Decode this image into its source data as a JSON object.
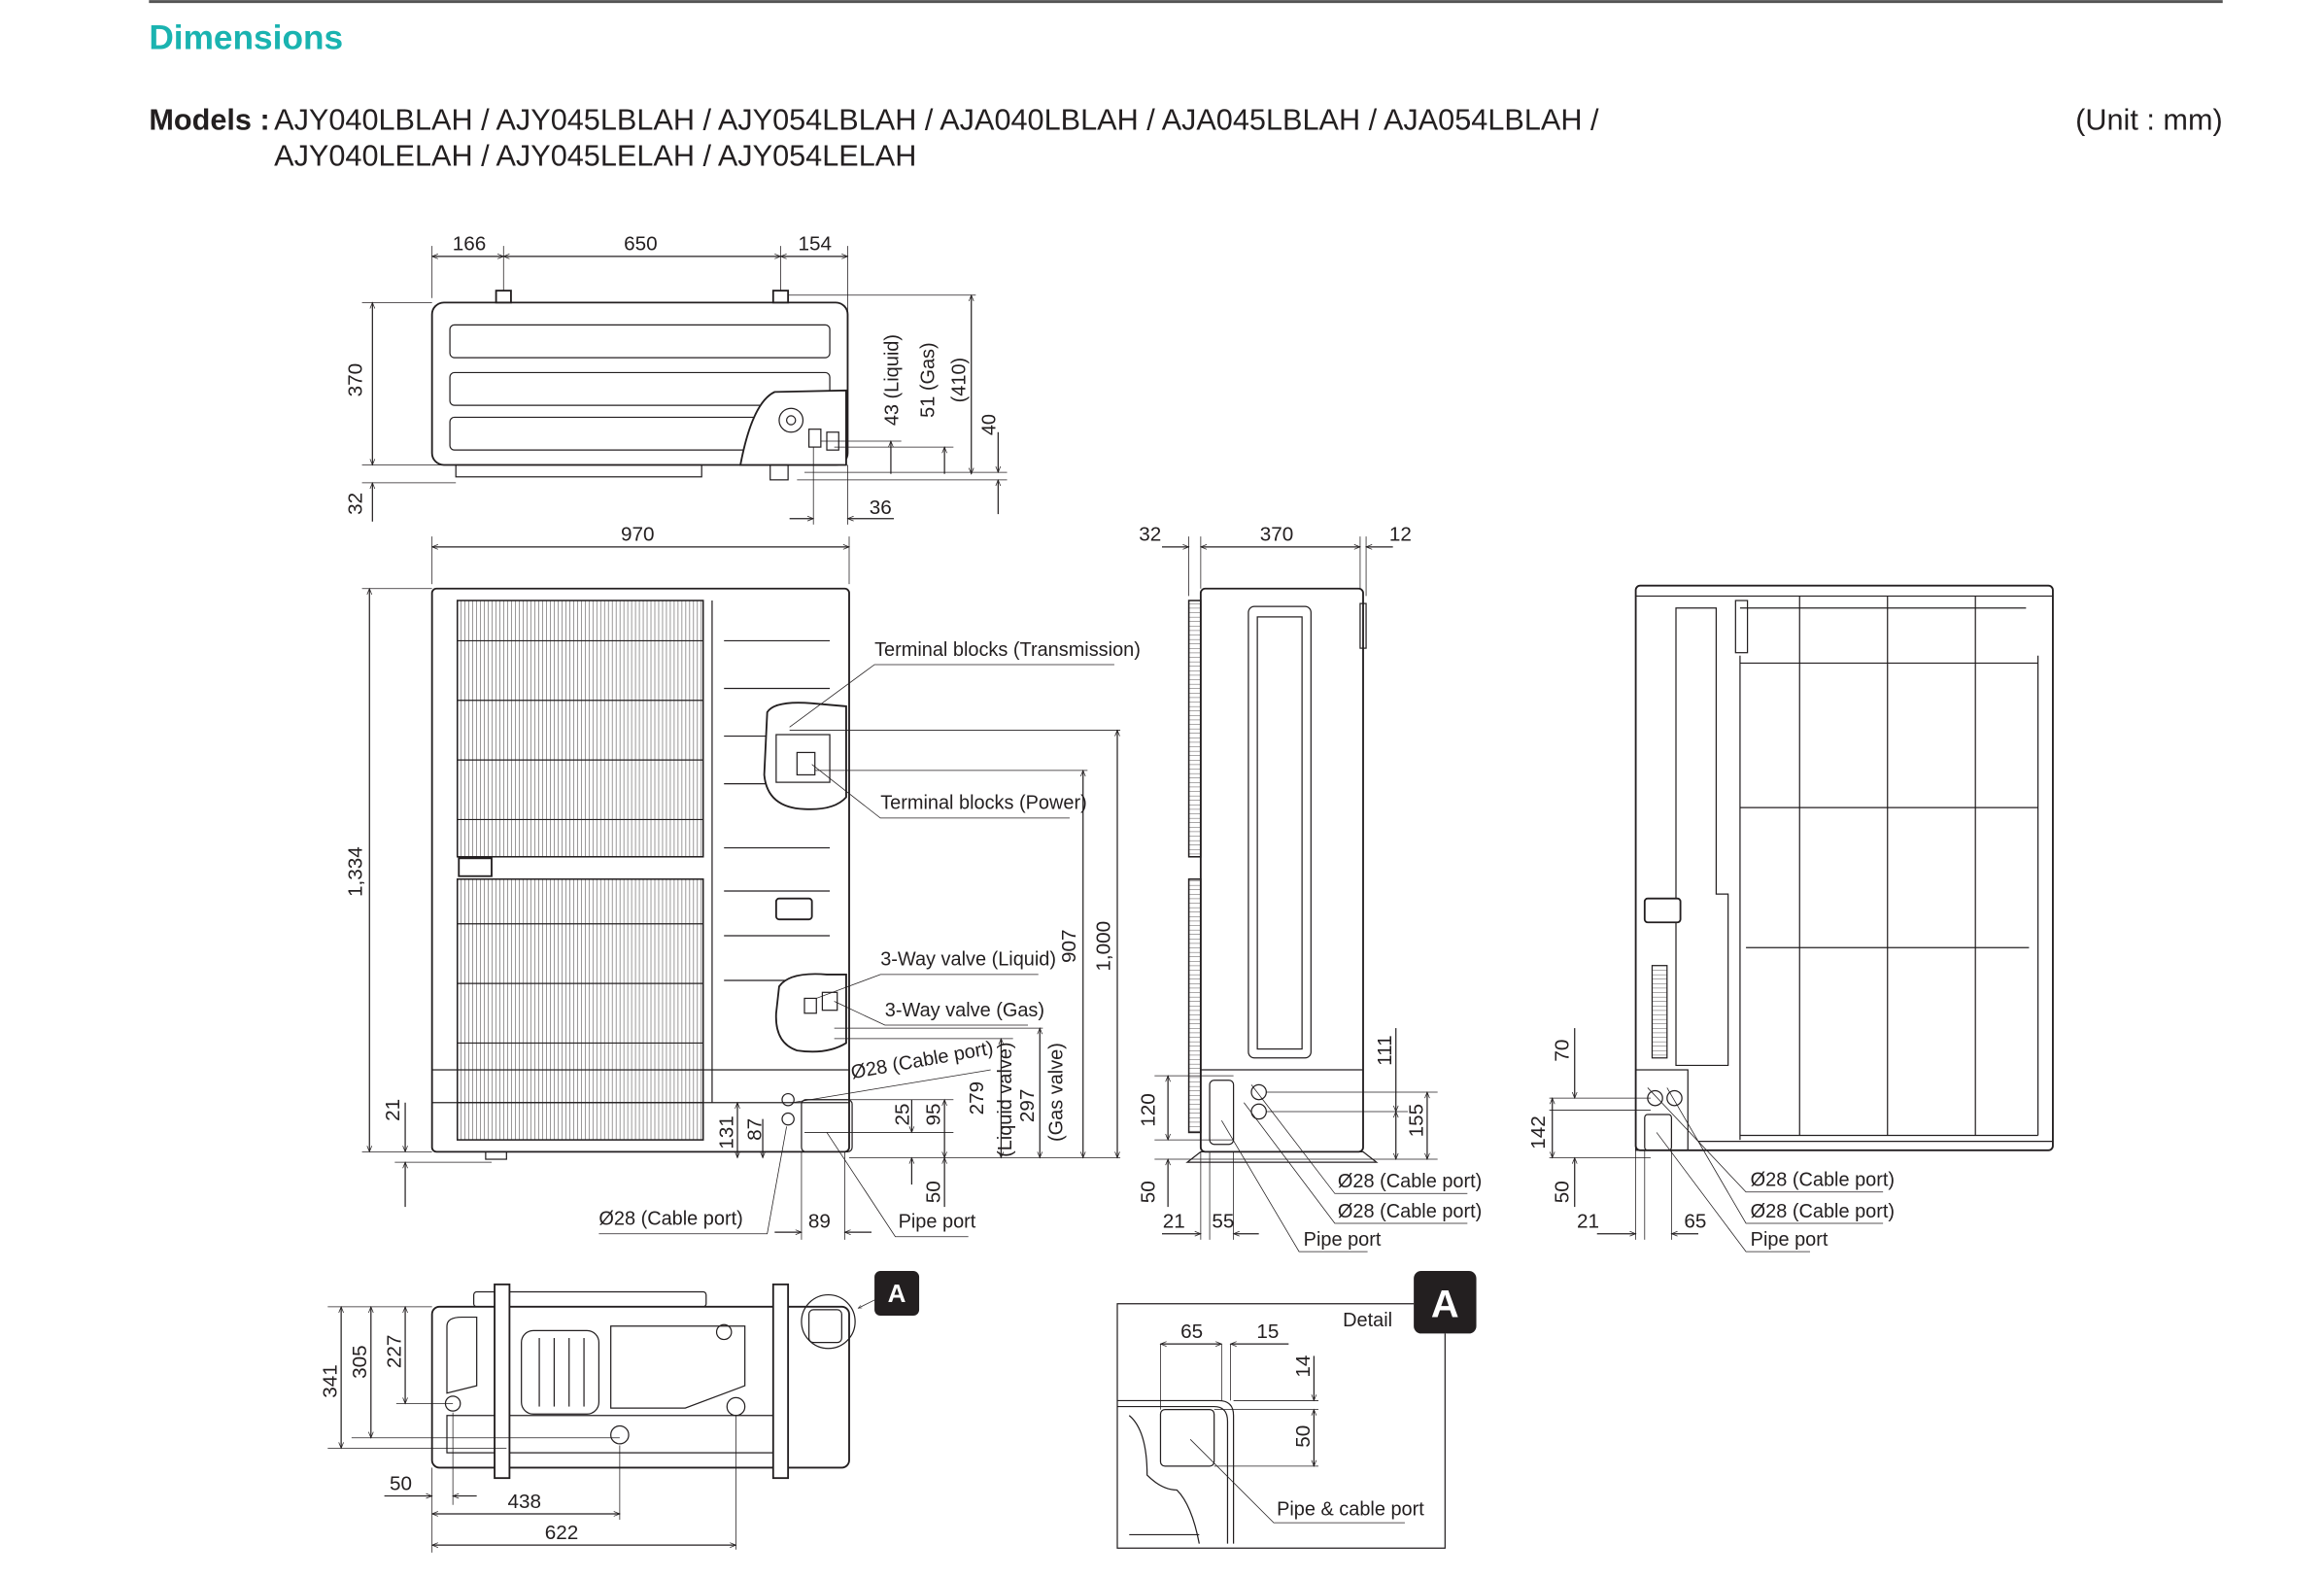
{
  "header": {
    "title": "Dimensions",
    "models_label": "Models :",
    "models_line1": "AJY040LBLAH / AJY045LBLAH / AJY054LBLAH / AJA040LBLAH / AJA045LBLAH / AJA054LBLAH /",
    "models_line2": "AJY040LELAH / AJY045LELAH / AJY054LELAH",
    "unit": "(Unit : mm)"
  },
  "colors": {
    "accent": "#1ab3b0",
    "ink": "#231f20"
  },
  "top_view": {
    "d166": "166",
    "d650": "650",
    "d154": "154",
    "d370": "370",
    "d32": "32",
    "d36": "36",
    "d43": "43 (Liquid)",
    "d51": "51 (Gas)",
    "d410": "(410)",
    "d40": "40"
  },
  "front_view": {
    "d970": "970",
    "d1334": "1,334",
    "d21": "21",
    "terminal_transmission": "Terminal blocks (Transmission)",
    "terminal_power": "Terminal blocks (Power)",
    "valve_liquid": "3-Way valve (Liquid)",
    "valve_gas": "3-Way valve (Gas)",
    "cable_port_upper": "Ø28 (Cable port)",
    "cable_port_lower": "Ø28 (Cable port)",
    "pipe_port": "Pipe port",
    "d907": "907",
    "d1000": "1,000",
    "d279": "279",
    "liquid_valve": "(Liquid valve)",
    "d297": "297",
    "gas_valve": "(Gas valve)",
    "d25": "25",
    "d95": "95",
    "d50": "50",
    "d131": "131",
    "d87": "87",
    "d89": "89"
  },
  "side_view": {
    "d32": "32",
    "d370": "370",
    "d12": "12",
    "d111": "111",
    "d155": "155",
    "d120": "120",
    "d50": "50",
    "d21": "21",
    "d55": "55",
    "cable_port_1": "Ø28 (Cable port)",
    "cable_port_2": "Ø28 (Cable port)",
    "pipe_port": "Pipe port"
  },
  "rear_view": {
    "d70": "70",
    "d142": "142",
    "d50": "50",
    "d21": "21",
    "d65": "65",
    "cable_port_1": "Ø28 (Cable port)",
    "cable_port_2": "Ø28 (Cable port)",
    "pipe_port": "Pipe port"
  },
  "bottom_view": {
    "d341": "341",
    "d305": "305",
    "d227": "227",
    "d50": "50",
    "d438": "438",
    "d622": "622",
    "marker": "A"
  },
  "detail": {
    "marker": "A",
    "label": "Detail",
    "d65": "65",
    "d15": "15",
    "d14": "14",
    "d50": "50",
    "port": "Pipe & cable port"
  }
}
